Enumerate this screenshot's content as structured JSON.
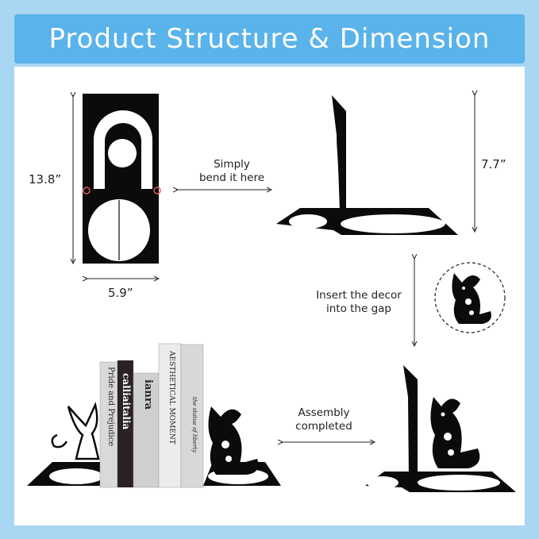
{
  "header": {
    "title": "Product Structure & Dimension"
  },
  "dimensions": {
    "height": "13.8”",
    "width": "5.9”",
    "side_height": "7.7”"
  },
  "annotations": {
    "bend": [
      "Simply",
      "bend it here"
    ],
    "insert": [
      "Insert the decor",
      "into the gap"
    ],
    "assembly": [
      "Assembly",
      "completed"
    ]
  },
  "books": [
    {
      "spine": "Pride and Prejudice"
    },
    {
      "spine": "calliaitalia"
    },
    {
      "spine": "ianra"
    },
    {
      "spine": "AESTHETICAL MOMENT"
    },
    {
      "spine": "the statue of liberty"
    }
  ],
  "colors": {
    "banner": "#5ab3ea",
    "frame": "#a9d6f2",
    "metal": "#0b0b0b",
    "marker": "#e05a5a"
  }
}
